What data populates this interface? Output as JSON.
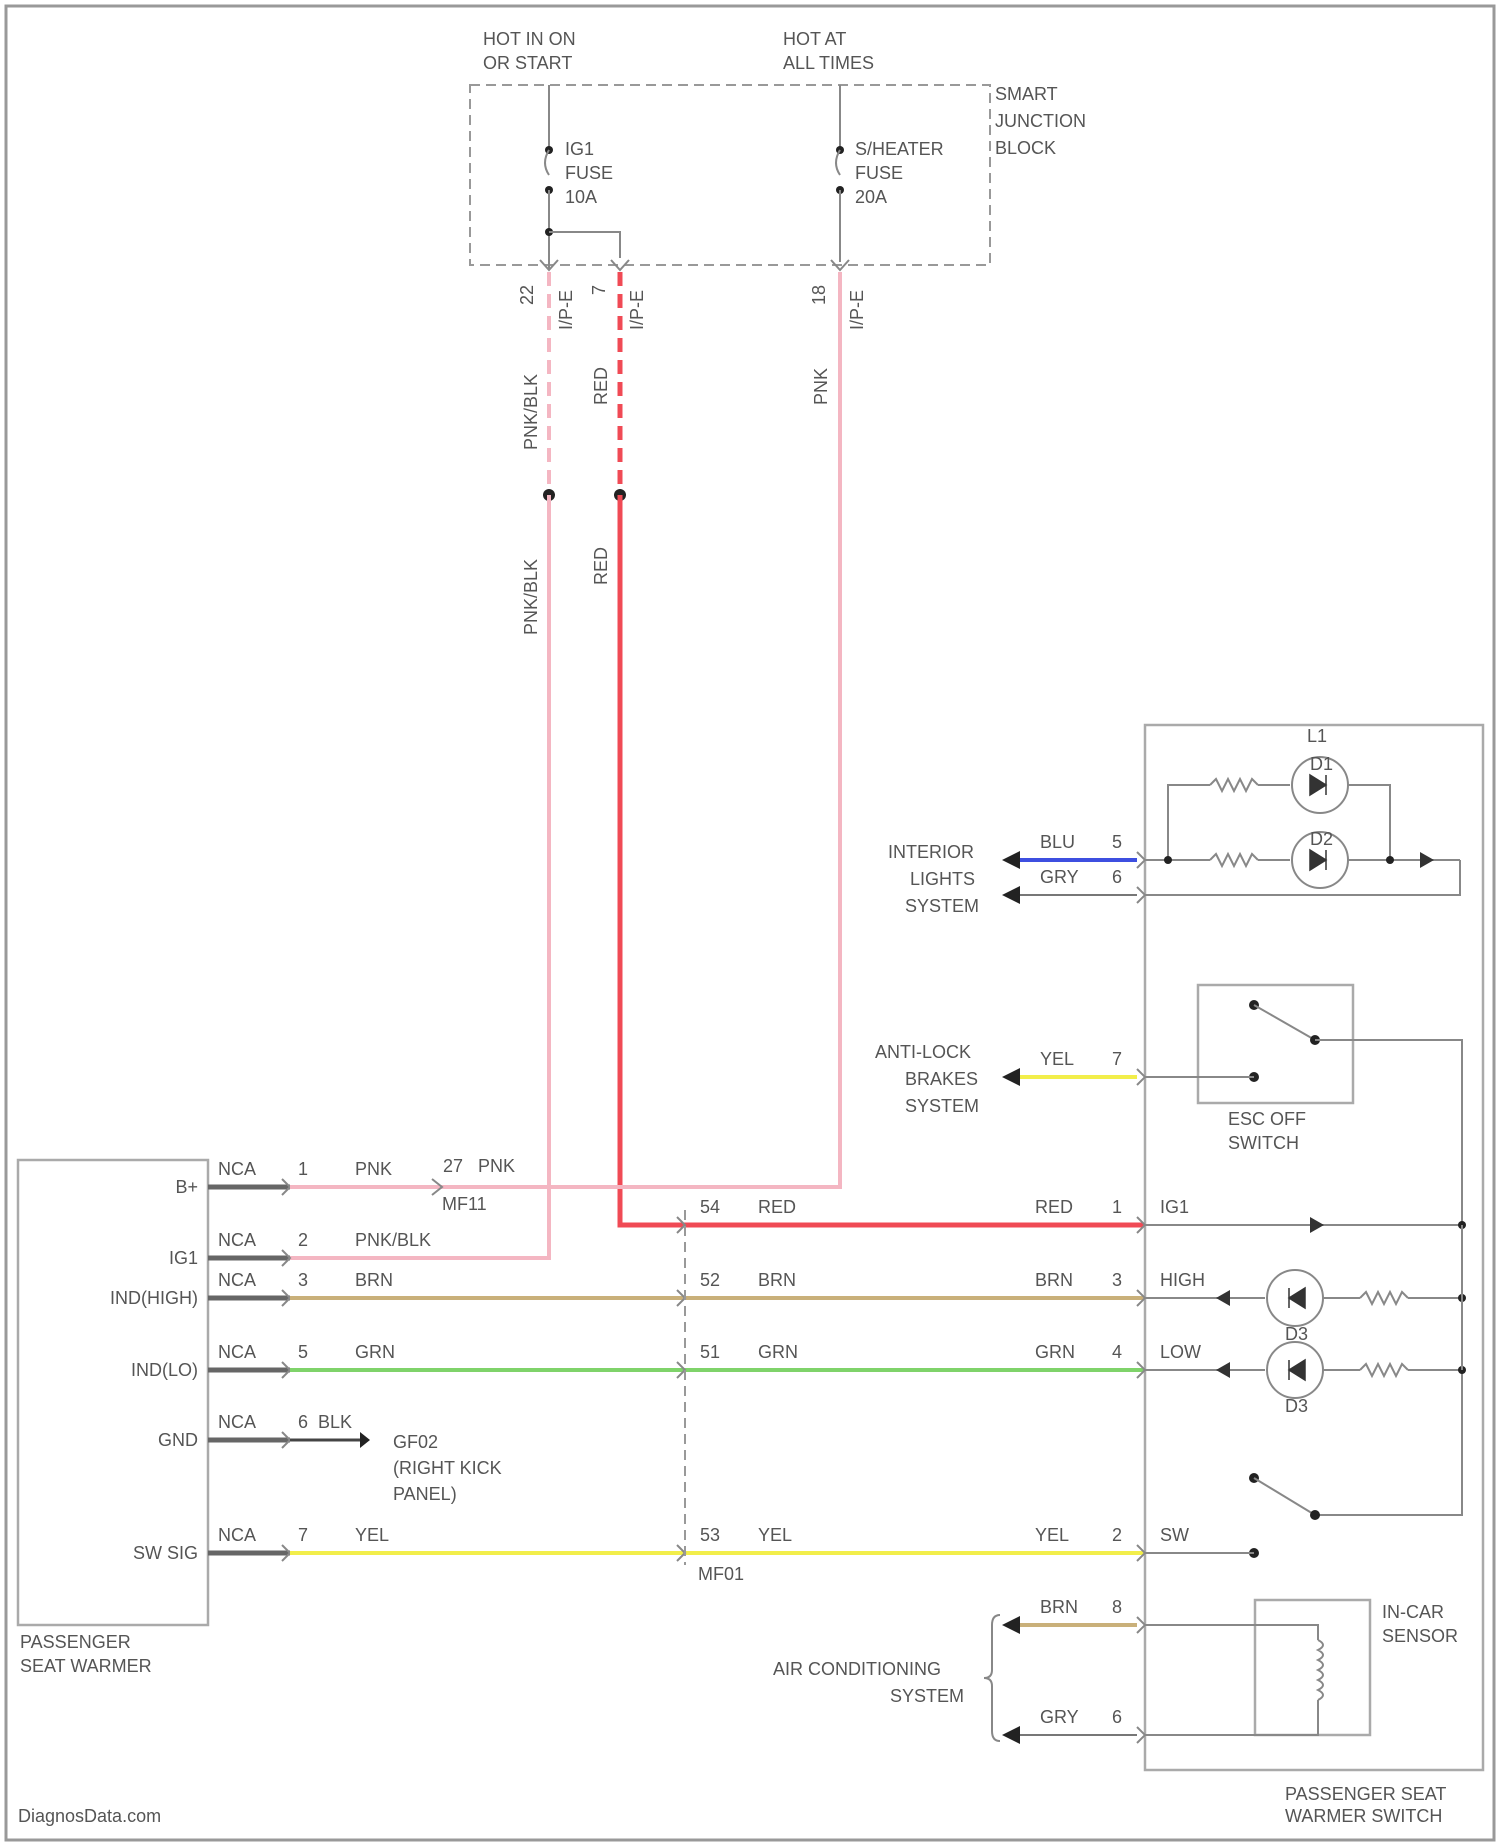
{
  "diagram": {
    "smart_junction_block": {
      "hot_in_on": "HOT IN ON\nOR START",
      "hot_at_all": "HOT AT\nALL TIMES",
      "label": "SMART\nJUNCTION\nBLOCK",
      "fuse1": "IG1\nFUSE\n10A",
      "fuse2": "S/HEATER\nFUSE\n20A",
      "pin_a": "22",
      "pin_b": "7",
      "pin_c": "18",
      "conn_a": "I/P-E",
      "conn_b": "I/P-E",
      "conn_c": "I/P-E"
    },
    "wires": {
      "pnk_blk": "PNK/BLK",
      "red": "RED",
      "pnk": "PNK",
      "brn": "BRN",
      "grn": "GRN",
      "yel": "YEL",
      "blu": "BLU",
      "gry": "GRY",
      "blk": "BLK"
    },
    "warmer": {
      "label": "PASSENGER\nSEAT WARMER",
      "pins": [
        {
          "name": "B+",
          "nca": "NCA",
          "num": "1",
          "color": "PNK"
        },
        {
          "name": "IG1",
          "nca": "NCA",
          "num": "2",
          "color": "PNK/BLK"
        },
        {
          "name": "IND(HIGH)",
          "nca": "NCA",
          "num": "3",
          "color": "BRN"
        },
        {
          "name": "IND(LO)",
          "nca": "NCA",
          "num": "5",
          "color": "GRN"
        },
        {
          "name": "GND",
          "nca": "NCA",
          "num": "6",
          "color": "BLK"
        },
        {
          "name": "SW SIG",
          "nca": "NCA",
          "num": "7",
          "color": "YEL"
        }
      ]
    },
    "ground": "GF02\n(RIGHT KICK\nPANEL)",
    "splice_b": {
      "pin": "27",
      "color": "PNK",
      "name": "MF11"
    },
    "mf01": {
      "name": "MF01",
      "pins": [
        {
          "num": "54",
          "color": "RED"
        },
        {
          "num": "52",
          "color": "BRN"
        },
        {
          "num": "51",
          "color": "GRN"
        },
        {
          "num": "53",
          "color": "YEL"
        }
      ]
    },
    "switch": {
      "label": "PASSENGER SEAT\nWARMER SWITCH",
      "pins": [
        {
          "num": "5",
          "color": "BLU"
        },
        {
          "num": "6",
          "color": "GRY"
        },
        {
          "num": "7",
          "color": "YEL"
        },
        {
          "num": "1",
          "color": "RED",
          "label": "IG1"
        },
        {
          "num": "3",
          "color": "BRN",
          "label": "HIGH"
        },
        {
          "num": "4",
          "color": "GRN",
          "label": "LOW"
        },
        {
          "num": "2",
          "color": "YEL",
          "label": "SW"
        },
        {
          "num": "8",
          "color": "BRN"
        },
        {
          "num": "6",
          "color": "GRY"
        }
      ],
      "leds": [
        "L1",
        "D1",
        "D2",
        "D3",
        "D3"
      ],
      "esc_label": "ESC OFF\nSWITCH",
      "incar_label": "IN-CAR\nSENSOR"
    },
    "systems": {
      "interior": "INTERIOR\nLIGHTS\nSYSTEM",
      "abs": "ANTI-LOCK\nBRAKES\nSYSTEM",
      "ac": "AIR CONDITIONING\nSYSTEM"
    },
    "watermark": "DiagnosData.com"
  },
  "colors": {
    "pink": "#f4b6c2",
    "red": "#f04a55",
    "brown": "#c9b07a",
    "green": "#7fd36a",
    "yellow": "#f2ee4a",
    "blue": "#3d4fe0",
    "gray": "#777777"
  }
}
